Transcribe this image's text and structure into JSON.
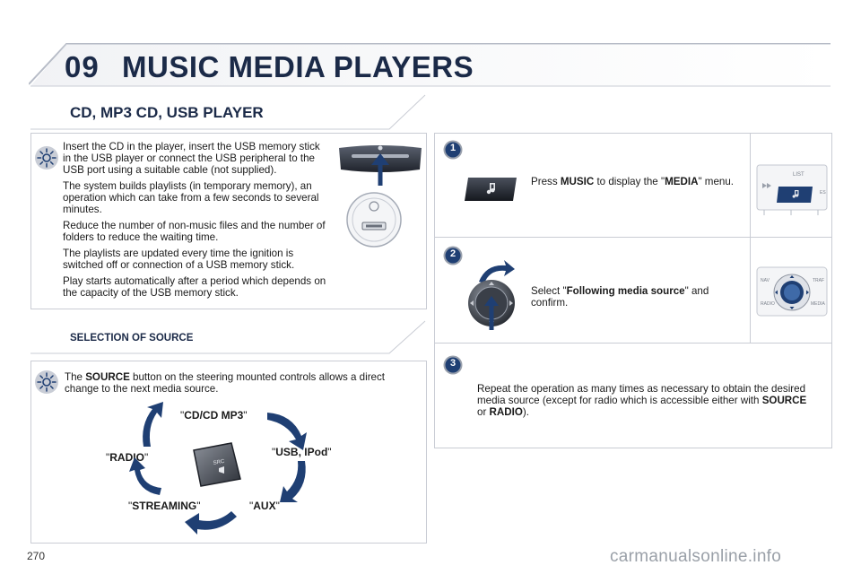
{
  "chapter": {
    "number": "09",
    "title": "MUSIC MEDIA PLAYERS"
  },
  "cd_section": {
    "heading": "CD, MP3 CD, USB PLAYER",
    "paragraphs": [
      "Insert the CD in the player, insert the USB memory stick in the USB player or connect the USB peripheral to the USB port using a suitable cable (not supplied).",
      "The system builds playlists (in temporary memory), an operation which can take from a few seconds to several minutes.",
      "Reduce the number of non-music files and the number of folders to reduce the waiting time.",
      "The playlists are updated every time the ignition is switched off or connection of a USB memory stick.",
      "Play starts automatically after a period which depends on the capacity of the USB memory stick."
    ]
  },
  "selection": {
    "heading": "SELECTION OF SOURCE",
    "intro_prefix": "The ",
    "intro_bold": "SOURCE",
    "intro_suffix": " button on the steering mounted controls allows a direct change to the next media source.",
    "sources": {
      "cd": "CD/CD MP3",
      "usb": "USB, IPod",
      "aux": "AUX",
      "streaming": "STREAMING",
      "radio": "RADIO"
    },
    "quote": "\""
  },
  "steps": [
    {
      "number": "1",
      "prefix": "Press ",
      "bold1": "MUSIC",
      "mid": " to display the \"",
      "bold2": "MEDIA",
      "suffix": "\" menu."
    },
    {
      "number": "2",
      "prefix": "Select \"",
      "bold1": "Following media source",
      "suffix": "\" and confirm."
    },
    {
      "number": "3",
      "prefix": "Repeat the operation as many times as necessary to obtain the desired media source (except for radio which is accessible either with ",
      "bold1": "SOURCE",
      "mid": " or ",
      "bold2": "RADIO",
      "suffix": ")."
    }
  ],
  "panel_labels": {
    "list": "LIST",
    "es": "ES",
    "nav": "NAV",
    "radio": "RADIO",
    "traf": "TRAF",
    "media": "MEDIA",
    "src": "SRC"
  },
  "colors": {
    "heading": "#1b2a48",
    "accent_blue": "#1f3f73",
    "badge": "#1f3f73"
  },
  "footer": {
    "page_number": "270",
    "watermark": "carmanualsonline.info"
  }
}
